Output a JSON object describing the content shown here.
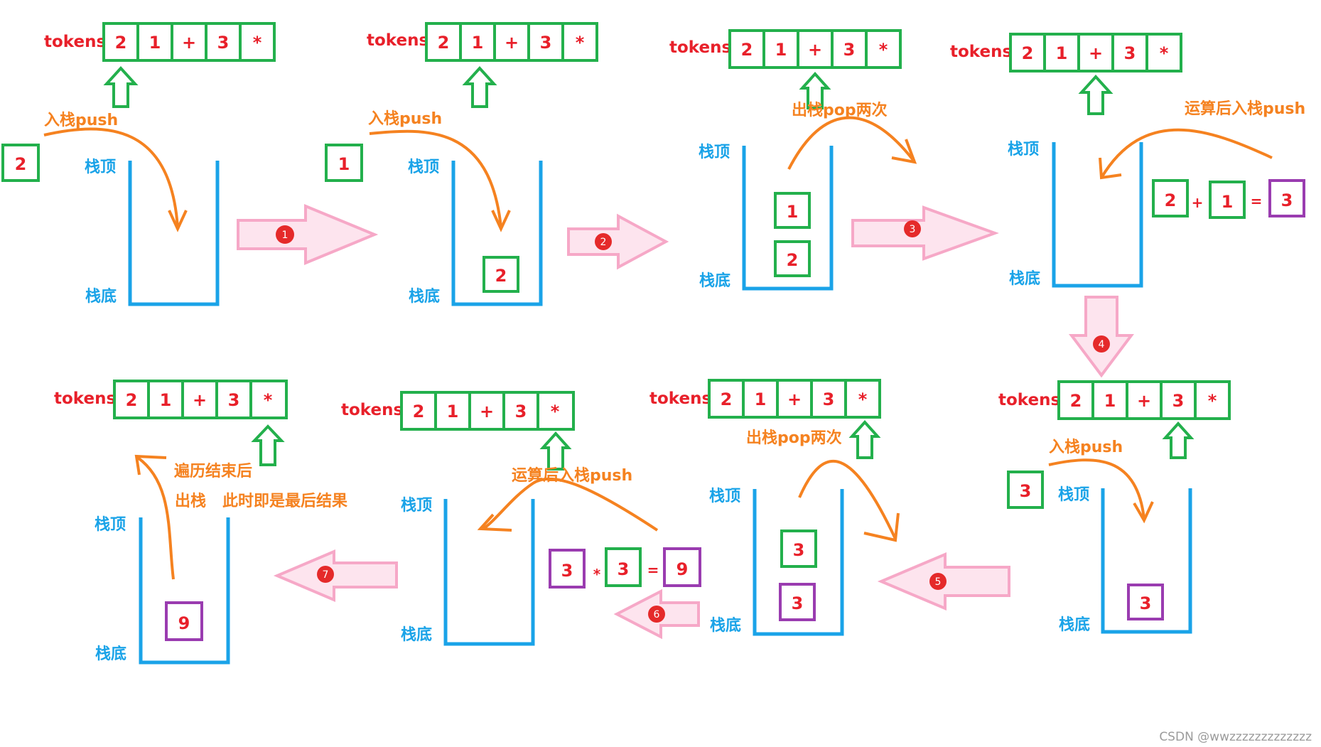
{
  "colors": {
    "token_red": "#e8202a",
    "box_green": "#23b04c",
    "stack_blue": "#1aa3e8",
    "label_orange": "#f58220",
    "arrow_pink": "#f6a8c7",
    "result_purple": "#9a3cb0",
    "step_badge": "#e52a2a",
    "watermark": "#9b9b9b"
  },
  "tokens_label": "tokens",
  "tokens": [
    "2",
    "1",
    "+",
    "3",
    "*"
  ],
  "stack_top_label": "栈顶",
  "stack_bottom_label": "栈底",
  "annotations": {
    "push": "入栈push",
    "pop_two": "出栈pop两次",
    "compute_push": "运算后入栈push",
    "after_traversal": "遍历结束后",
    "final_pop": "出栈",
    "final_result": "此时即是最后结果"
  },
  "steps": [
    "1",
    "2",
    "3",
    "4",
    "5",
    "6",
    "7"
  ],
  "incoming": {
    "p1": "2",
    "p2": "1",
    "p8": "3"
  },
  "stack_items": {
    "p2_bottom": "2",
    "p3_top": "1",
    "p3_bottom": "2",
    "p6_top": "3",
    "p6_bottom": "3",
    "p7_bottom": "3",
    "p5_bottom": "9"
  },
  "equations": {
    "add": {
      "a": "2",
      "op": "+",
      "b": "1",
      "eq": "=",
      "result": "3"
    },
    "mul": {
      "a": "3",
      "op": "*",
      "b": "3",
      "eq": "=",
      "result": "9"
    }
  },
  "watermark": "CSDN @wwzzzzzzzzzzzzz"
}
